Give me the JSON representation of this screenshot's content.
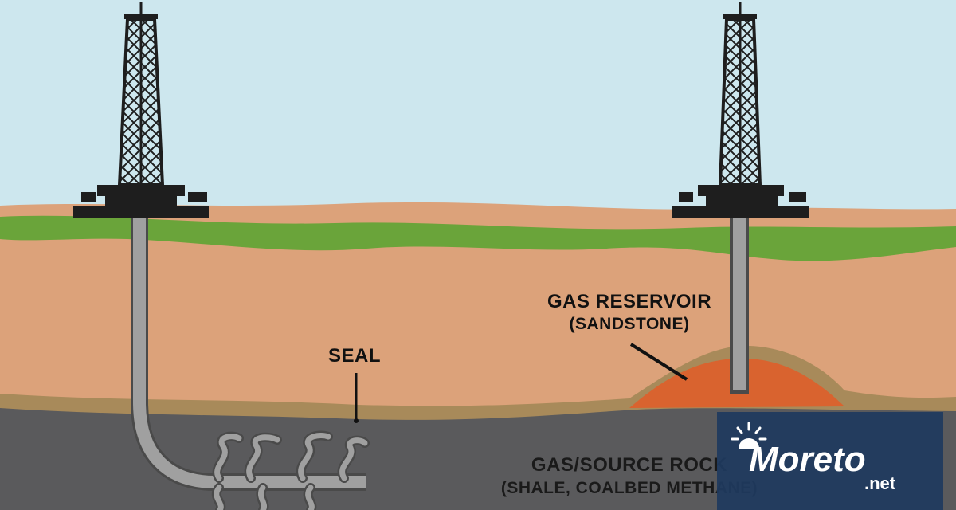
{
  "labels": {
    "reservoir_title": "GAS RESERVOIR",
    "reservoir_sub": "(SANDSTONE)",
    "seal": "SEAL",
    "source_title": "GAS/SOURCE ROCK",
    "source_sub": "(SHALE, COALBED METHANE)"
  },
  "watermark": {
    "brand": "Moreto",
    "suffix": ".net"
  },
  "colors": {
    "sky": "#cde7ee",
    "soil": "#dca27a",
    "grass": "#6aa43a",
    "seal_band": "#a88a5a",
    "reservoir": "#d9632f",
    "source_rock": "#5a5a5c",
    "pipe": "#9a9a9a",
    "rig": "#1e1e1e"
  },
  "icons": {
    "left_rig": "derrick-icon",
    "right_rig": "derrick-icon",
    "watermark_sun": "sun-icon"
  }
}
